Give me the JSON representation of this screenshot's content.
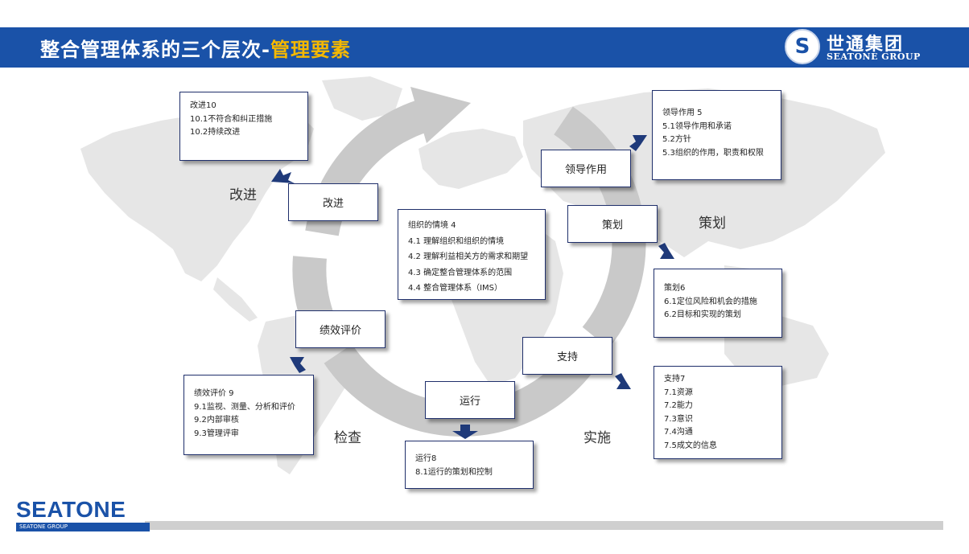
{
  "header": {
    "title_main": "整合管理体系的三个层次-",
    "title_accent": "管理要素",
    "logo_mark": "S",
    "logo_cn": "世通集团",
    "logo_en": "SEATONE GROUP"
  },
  "colors": {
    "header_bg": "#1a52a8",
    "accent": "#f5b800",
    "box_border": "#1f2f6b",
    "arrow": "#1f3a7a"
  },
  "phases": {
    "improve": "改进",
    "plan": "策划",
    "check": "检查",
    "do": "实施"
  },
  "labels": {
    "improve": "改进",
    "leadership": "领导作用",
    "plan": "策划",
    "performance": "绩效评价",
    "support": "支持",
    "operation": "运行"
  },
  "details": {
    "improve": [
      "改进10",
      "10.1不符合和纠正措施",
      "10.2持续改进"
    ],
    "leadership": [
      "领导作用 5",
      "5.1领导作用和承诺",
      "5.2方针",
      "5.3组织的作用，职责和权限"
    ],
    "context": [
      "组织的情境 4",
      "4.1 理解组织和组织的情境",
      "4.2 理解利益相关方的需求和期望",
      "4.3 确定整合管理体系的范围",
      "4.4 整合管理体系（IMS）"
    ],
    "plan": [
      "策划6",
      "6.1定位风险和机会的措施",
      "6.2目标和实现的策划"
    ],
    "performance": [
      "绩效评价 9",
      "9.1监视、测量、分析和评价",
      "9.2内部审核",
      "9.3管理评审"
    ],
    "support": [
      "支持7",
      "7.1资源",
      "7.2能力",
      "7.3意识",
      "7.4沟通",
      "7.5成文的信息"
    ],
    "operation": [
      "运行8",
      "8.1运行的策划和控制"
    ]
  },
  "footer": {
    "logo_big": "SEATONE",
    "logo_small": "SEATONE GROUP"
  }
}
